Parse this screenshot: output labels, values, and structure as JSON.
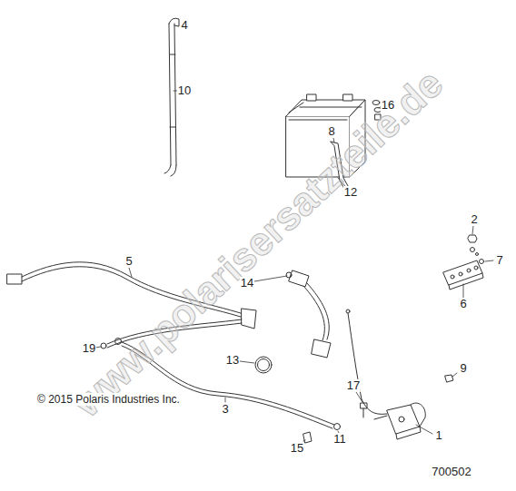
{
  "diagram": {
    "labels": [
      "4",
      "10",
      "16",
      "12",
      "8",
      "2",
      "7",
      "6",
      "5",
      "14",
      "19",
      "13",
      "17",
      "9",
      "3",
      "11",
      "15",
      "1",
      "© 2015 Polaris Industries Inc.",
      "700502",
      "www.polarisersatzteile.de"
    ]
  }
}
